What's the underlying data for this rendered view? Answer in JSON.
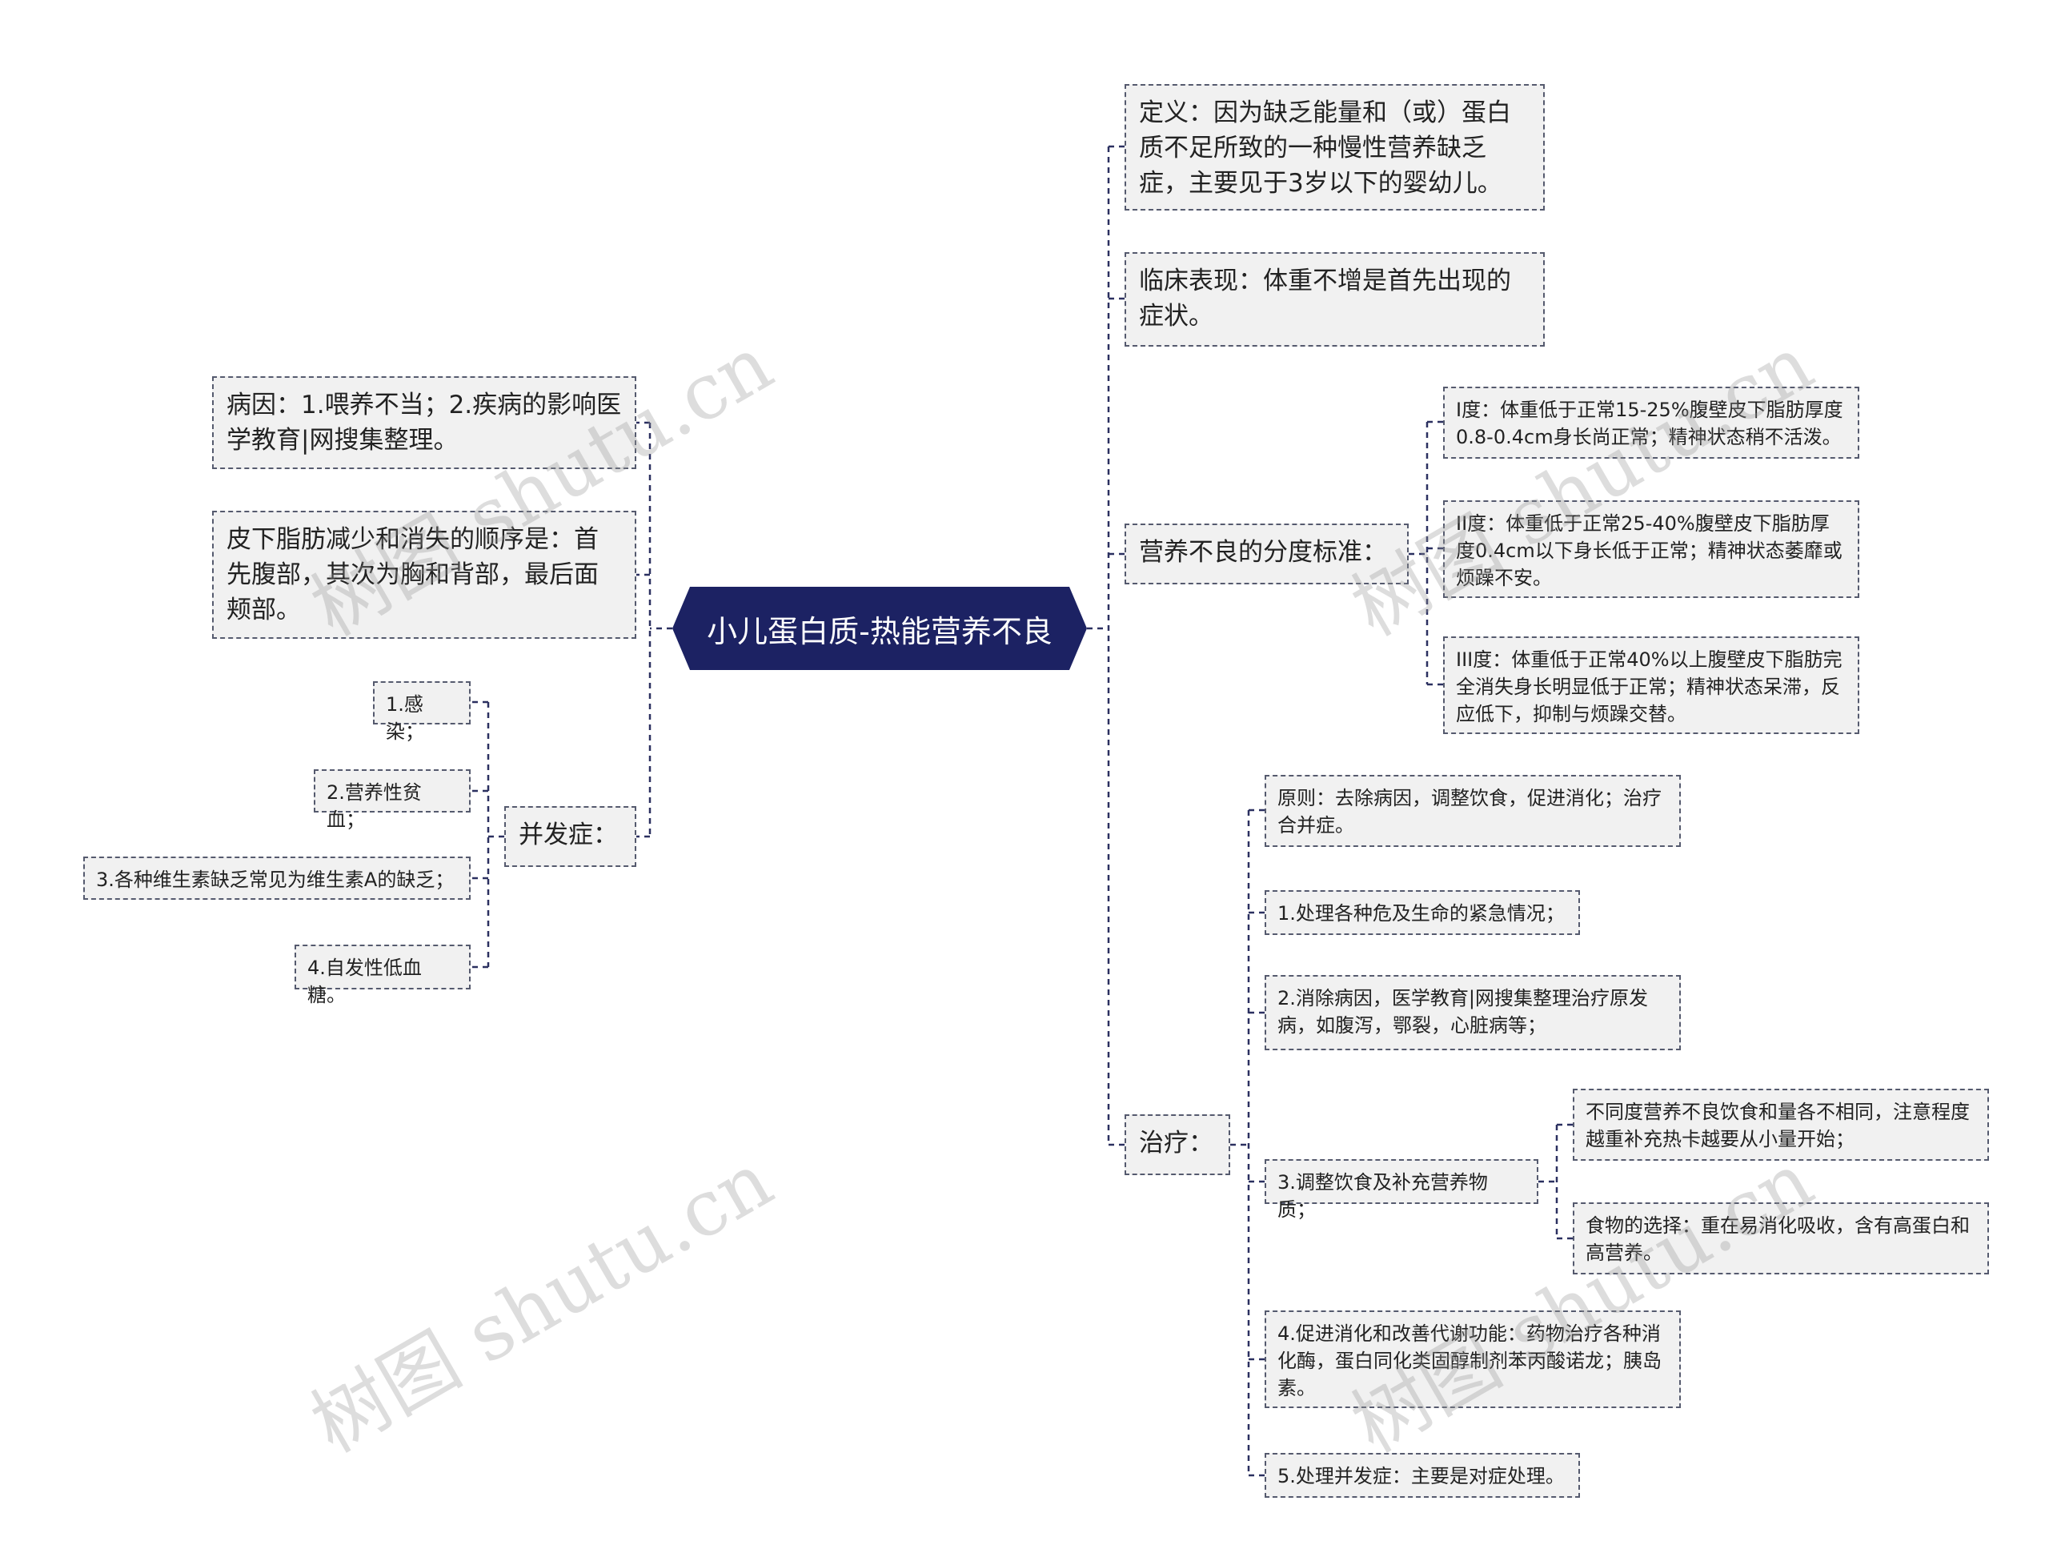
{
  "root": {
    "title": "小儿蛋白质-热能营养不良"
  },
  "left": {
    "cause": "病因：1.喂养不当；2.疾病的影响医学教育|网搜集整理。",
    "fat_loss": "皮下脂肪减少和消失的顺序是：首先腹部，其次为胸和背部，最后面颊部。",
    "complications": {
      "label": "并发症：",
      "items": [
        "1.感染；",
        "2.营养性贫血；",
        "3.各种维生素缺乏常见为维生素A的缺乏；",
        "4.自发性低血糖。"
      ]
    }
  },
  "right": {
    "definition": "定义：因为缺乏能量和（或）蛋白质不足所致的一种慢性营养缺乏症，主要见于3岁以下的婴幼儿。",
    "clinical": "临床表现：体重不增是首先出现的症状。",
    "grading": {
      "label": "营养不良的分度标准：",
      "items": [
        "I度：体重低于正常15-25%腹壁皮下脂肪厚度0.8-0.4cm身长尚正常；精神状态稍不活泼。",
        "II度：体重低于正常25-40%腹壁皮下脂肪厚度0.4cm以下身长低于正常；精神状态萎靡或烦躁不安。",
        "III度：体重低于正常40%以上腹壁皮下脂肪完全消失身长明显低于正常；精神状态呆滞，反应低下，抑制与烦躁交替。"
      ]
    },
    "treatment": {
      "label": "治疗：",
      "principle": "原则：去除病因，调整饮食，促进消化；治疗合并症。",
      "step1": "1.处理各种危及生命的紧急情况；",
      "step2": "2.消除病因，医学教育|网搜集整理治疗原发病，如腹泻，鄂裂，心脏病等；",
      "step3": {
        "label": "3.调整饮食及补充营养物质；",
        "items": [
          "不同度营养不良饮食和量各不相同，注意程度越重补充热卡越要从小量开始；",
          "食物的选择：重在易消化吸收，含有高蛋白和高营养。"
        ]
      },
      "step4": "4.促进消化和改善代谢功能：药物治疗各种消化酶，蛋白同化类固醇制剂苯丙酸诺龙；胰岛素。",
      "step5": "5.处理并发症：主要是对症处理。"
    }
  },
  "watermark": "树图 shutu.cn",
  "colors": {
    "root_bg": "#1c2263",
    "node_bg": "#f1f1f1",
    "border": "#555a6e",
    "link": "#2b3060"
  }
}
